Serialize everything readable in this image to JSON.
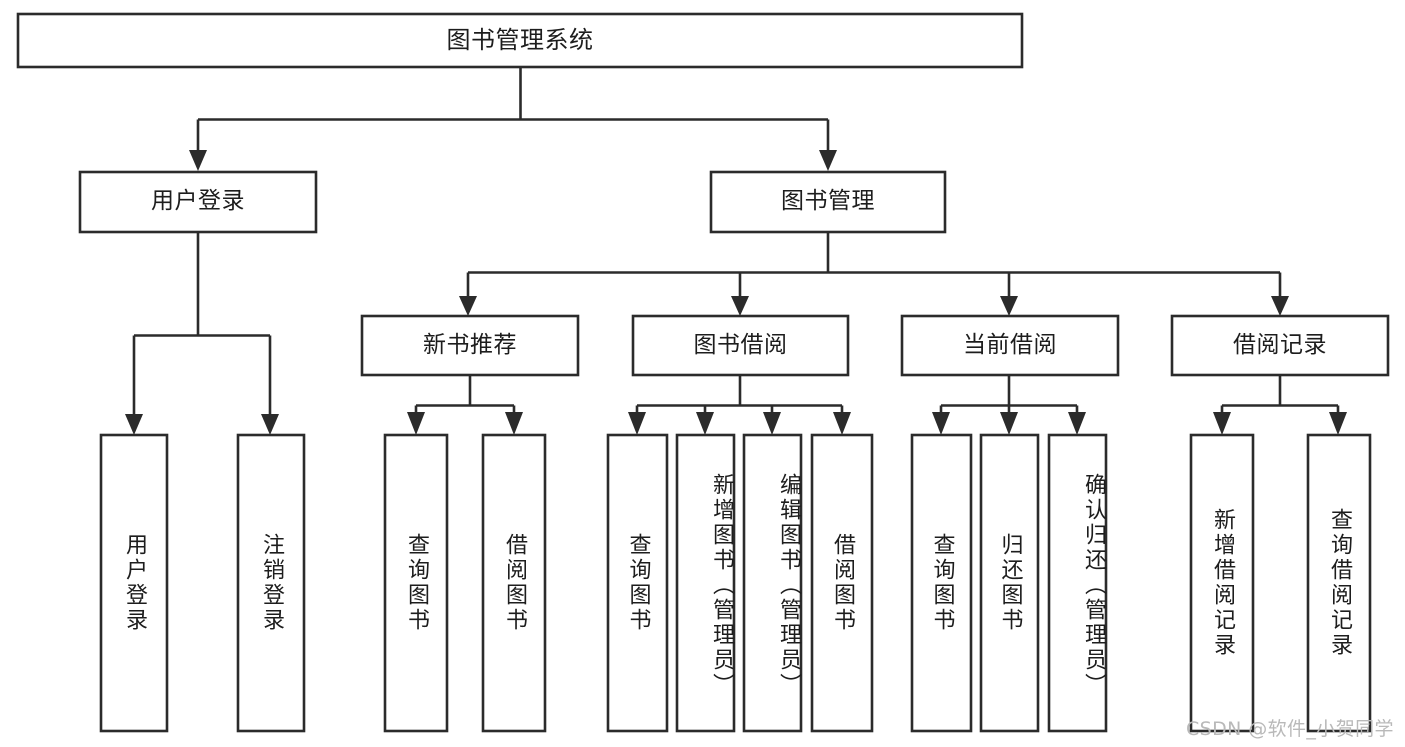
{
  "diagram": {
    "title": "图书管理系统",
    "type": "tree",
    "watermark": "CSDN @软件_小贺同学",
    "colors": {
      "stroke": "#2b2b2b",
      "box_fill": "#ffffff",
      "text": "#1d1d1d",
      "watermark": "#b9b9b9",
      "background": "#ffffff"
    },
    "levels": {
      "root": "图书管理系统",
      "level1": [
        "用户登录",
        "图书管理"
      ],
      "level2": [
        "新书推荐",
        "图书借阅",
        "当前借阅",
        "借阅记录"
      ]
    },
    "nodes": {
      "root": {
        "label": "图书管理系统",
        "orientation": "horizontal"
      },
      "user_login": {
        "label": "用户登录",
        "orientation": "horizontal"
      },
      "book_manage": {
        "label": "图书管理",
        "orientation": "horizontal"
      },
      "new_book_rec": {
        "label": "新书推荐",
        "orientation": "horizontal"
      },
      "book_borrow": {
        "label": "图书借阅",
        "orientation": "horizontal"
      },
      "current_borrow": {
        "label": "当前借阅",
        "orientation": "horizontal"
      },
      "borrow_record": {
        "label": "借阅记录",
        "orientation": "horizontal"
      },
      "leaf_user_login": {
        "label": "用户登录",
        "orientation": "vertical"
      },
      "leaf_logout": {
        "label": "注销登录",
        "orientation": "vertical"
      },
      "leaf_query_book_1": {
        "label": "查询图书",
        "orientation": "vertical"
      },
      "leaf_borrow_book_1": {
        "label": "借阅图书",
        "orientation": "vertical"
      },
      "leaf_query_book_2": {
        "label": "查询图书",
        "orientation": "vertical"
      },
      "leaf_add_book": {
        "label": "新增图书（管理员）",
        "orientation": "vertical"
      },
      "leaf_edit_book": {
        "label": "编辑图书（管理员）",
        "orientation": "vertical"
      },
      "leaf_borrow_book_2": {
        "label": "借阅图书",
        "orientation": "vertical"
      },
      "leaf_query_book_3": {
        "label": "查询图书",
        "orientation": "vertical"
      },
      "leaf_return_book": {
        "label": "归还图书",
        "orientation": "vertical"
      },
      "leaf_confirm_return": {
        "label": "确认归还（管理员）",
        "orientation": "vertical"
      },
      "leaf_add_record": {
        "label": "新增借阅记录",
        "orientation": "vertical"
      },
      "leaf_query_record": {
        "label": "查询借阅记录",
        "orientation": "vertical"
      }
    },
    "edges": [
      {
        "from": "图书管理系统",
        "to": "用户登录"
      },
      {
        "from": "图书管理系统",
        "to": "图书管理"
      },
      {
        "from": "图书管理",
        "to": "新书推荐"
      },
      {
        "from": "图书管理",
        "to": "图书借阅"
      },
      {
        "from": "图书管理",
        "to": "当前借阅"
      },
      {
        "from": "图书管理",
        "to": "借阅记录"
      },
      {
        "from": "用户登录",
        "to": "用户登录"
      },
      {
        "from": "用户登录",
        "to": "注销登录"
      },
      {
        "from": "新书推荐",
        "to": "查询图书"
      },
      {
        "from": "新书推荐",
        "to": "借阅图书"
      },
      {
        "from": "图书借阅",
        "to": "查询图书"
      },
      {
        "from": "图书借阅",
        "to": "新增图书（管理员）"
      },
      {
        "from": "图书借阅",
        "to": "编辑图书（管理员）"
      },
      {
        "from": "图书借阅",
        "to": "借阅图书"
      },
      {
        "from": "当前借阅",
        "to": "查询图书"
      },
      {
        "from": "当前借阅",
        "to": "归还图书"
      },
      {
        "from": "当前借阅",
        "to": "确认归还（管理员）"
      },
      {
        "from": "借阅记录",
        "to": "新增借阅记录"
      },
      {
        "from": "借阅记录",
        "to": "查询借阅记录"
      }
    ]
  }
}
